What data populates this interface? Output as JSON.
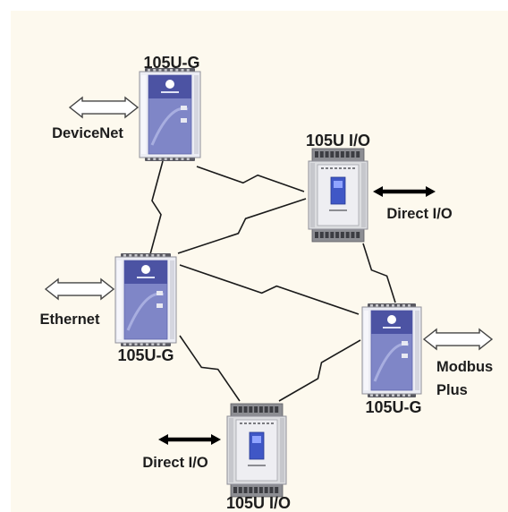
{
  "diagram": {
    "background": "#fdf9ee",
    "device_body_color": "#ecedf4",
    "device_panel_color": "#7f86c7",
    "device_panel_dark": "#4c53a3",
    "io_body_color": "#dcdde0",
    "io_window_color": "#3f57c6",
    "nodes": {
      "gw_top": {
        "type": "gateway",
        "label": "105U-G"
      },
      "io_top": {
        "type": "io",
        "label": "105U I/O"
      },
      "gw_left": {
        "type": "gateway",
        "label": "105U-G"
      },
      "gw_right": {
        "type": "gateway",
        "label": "105U-G"
      },
      "io_bottom": {
        "type": "io",
        "label": "105U I/O"
      }
    },
    "interfaces": {
      "devicenet": {
        "label": "DeviceNet",
        "arrow": "hollow"
      },
      "ethernet": {
        "label": "Ethernet",
        "arrow": "hollow"
      },
      "modbus": {
        "label_line1": "Modbus",
        "label_line2": "Plus",
        "arrow": "hollow"
      },
      "direct_top": {
        "label": "Direct I/O",
        "arrow": "solid"
      },
      "direct_bottom": {
        "label": "Direct I/O",
        "arrow": "solid"
      }
    },
    "links": [
      {
        "from": "gw_top",
        "to": "gw_left"
      },
      {
        "from": "gw_top",
        "to": "io_top"
      },
      {
        "from": "gw_left",
        "to": "io_top"
      },
      {
        "from": "gw_left",
        "to": "gw_right"
      },
      {
        "from": "io_top",
        "to": "gw_right"
      },
      {
        "from": "gw_left",
        "to": "io_bottom"
      },
      {
        "from": "gw_right",
        "to": "io_bottom"
      }
    ]
  }
}
